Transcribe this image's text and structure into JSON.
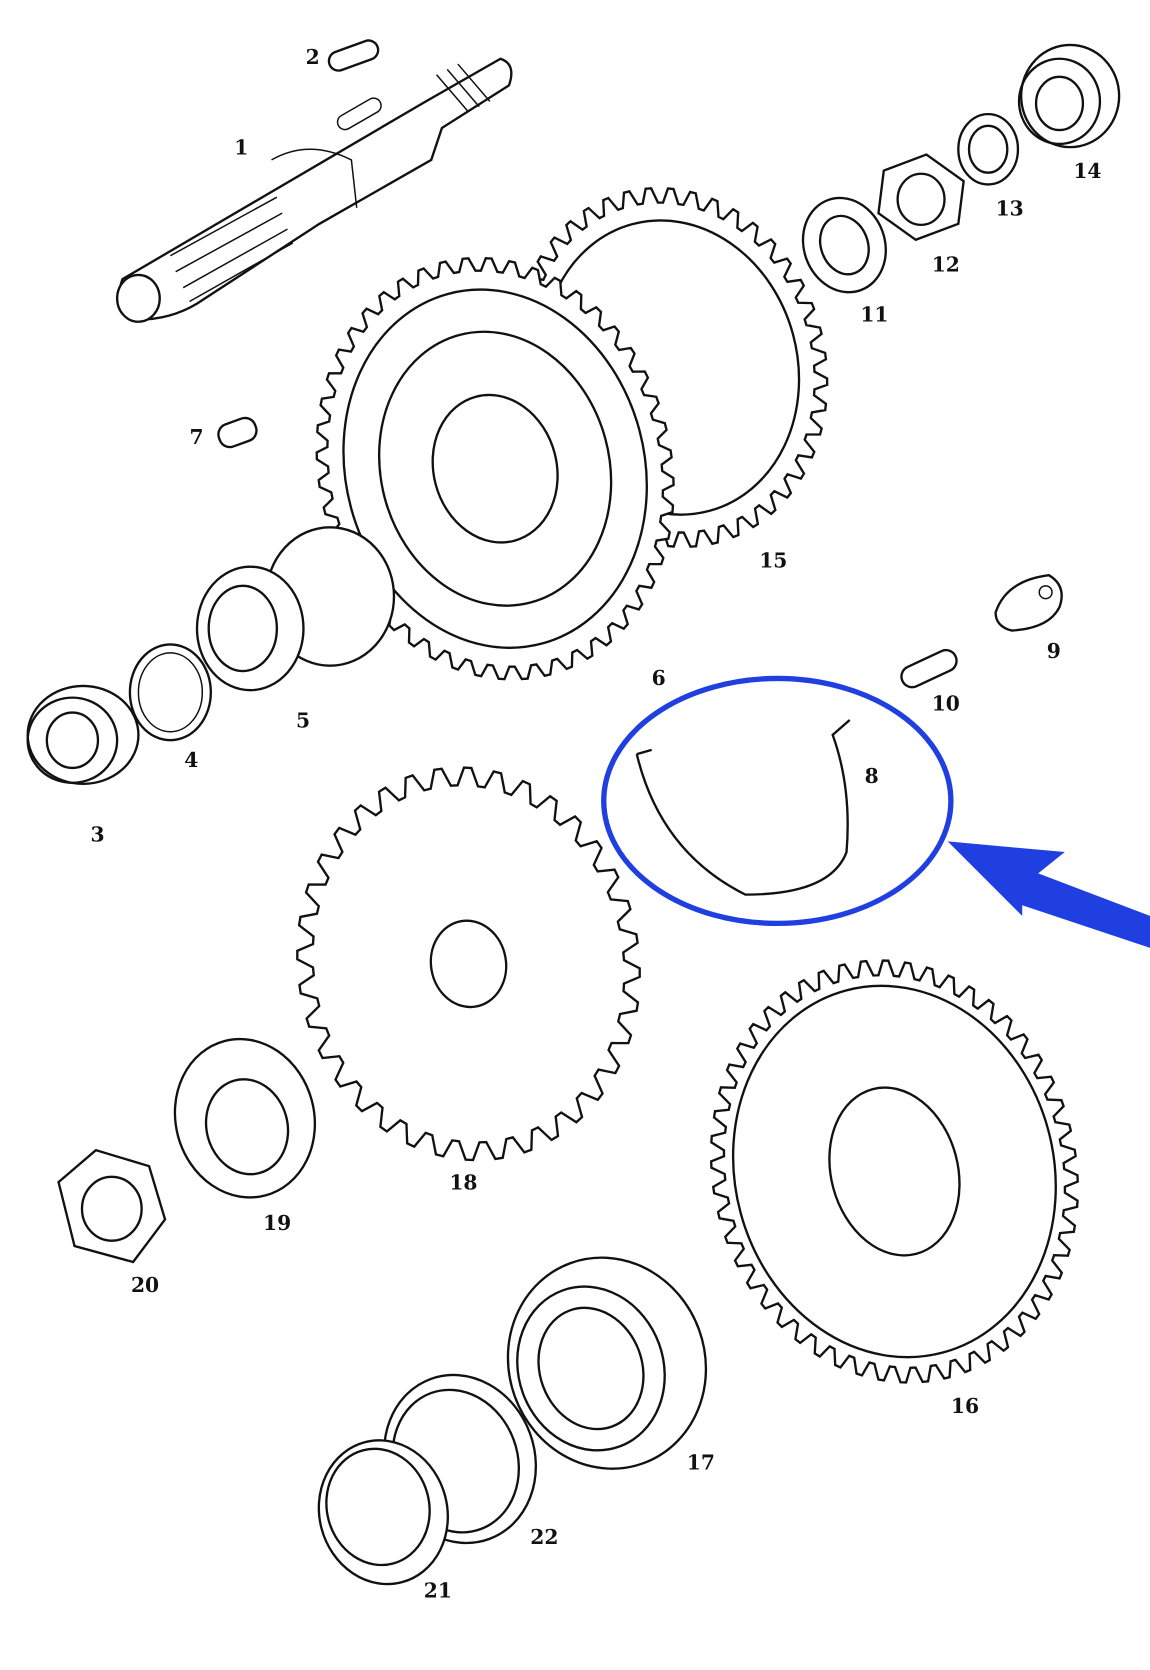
{
  "diagram": {
    "part_labels": [
      "1",
      "2",
      "3",
      "4",
      "5",
      "6",
      "7",
      "8",
      "9",
      "10",
      "11",
      "12",
      "13",
      "14",
      "15",
      "16",
      "17",
      "18",
      "19",
      "20",
      "21",
      "22"
    ],
    "highlight": {
      "part": "8",
      "color": "#1f3fe0"
    }
  }
}
